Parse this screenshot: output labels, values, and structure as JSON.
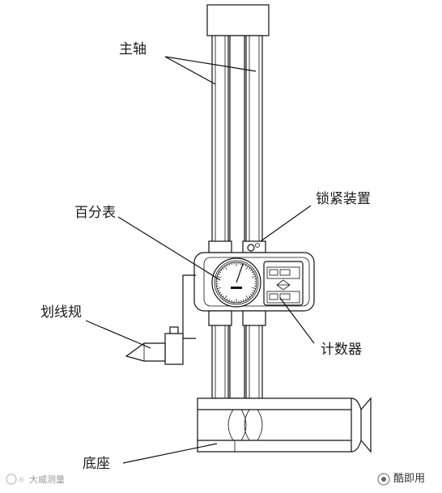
{
  "labels": {
    "main_shaft": "主轴",
    "lock_device": "锁紧装置",
    "dial_indicator": "百分表",
    "scriber": "划线规",
    "counter": "计数器",
    "base": "底座"
  },
  "watermarks": {
    "left": "大威测量",
    "right": "酷即用"
  }
}
